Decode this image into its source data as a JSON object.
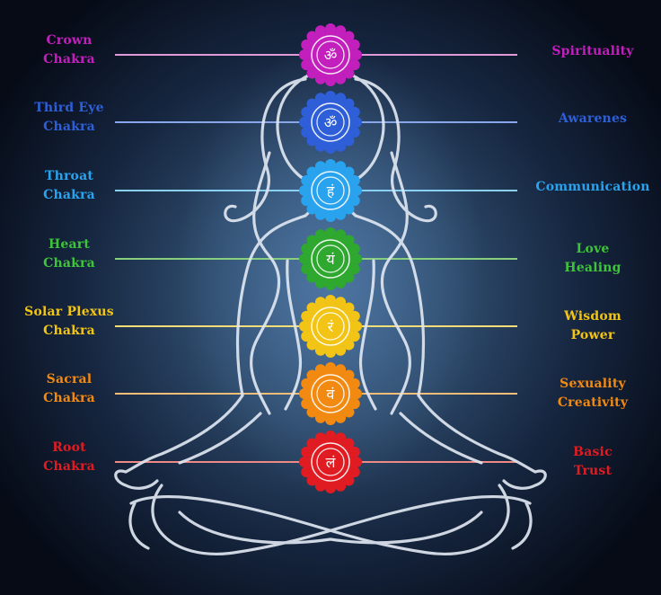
{
  "chakras": [
    {
      "left": [
        "Crown",
        "Chakra"
      ],
      "right": [
        "Spirituality"
      ],
      "color": "#c21fbd",
      "line": "#e09ad8",
      "symbol": "ॐ"
    },
    {
      "left": [
        "Third Eye",
        "Chakra"
      ],
      "right": [
        "Awarenes"
      ],
      "color": "#2f5fd8",
      "line": "#8aa6ea",
      "symbol": "ॐ"
    },
    {
      "left": [
        "Throat",
        "Chakra"
      ],
      "right": [
        "Communication"
      ],
      "color": "#2aa3ee",
      "line": "#8ad0f3",
      "symbol": "हं"
    },
    {
      "left": [
        "Heart",
        "Chakra"
      ],
      "right": [
        "Love",
        "Healing"
      ],
      "color": "#2fa82f",
      "line": "#86cf7c",
      "symbol": "यं"
    },
    {
      "left": [
        "Solar Plexus",
        "Chakra"
      ],
      "right": [
        "Wisdom",
        "Power"
      ],
      "color": "#f2c416",
      "line": "#f5dd7a",
      "symbol": "रं"
    },
    {
      "left": [
        "Sacral",
        "Chakra"
      ],
      "right": [
        "Sexuality",
        "Creativity"
      ],
      "color": "#f28a12",
      "line": "#f4bd78",
      "symbol": "वं"
    },
    {
      "left": [
        "Root",
        "Chakra"
      ],
      "right": [
        "Basic",
        "Trust"
      ],
      "color": "#e01c22",
      "line": "#ee8a86",
      "symbol": "लं"
    }
  ]
}
